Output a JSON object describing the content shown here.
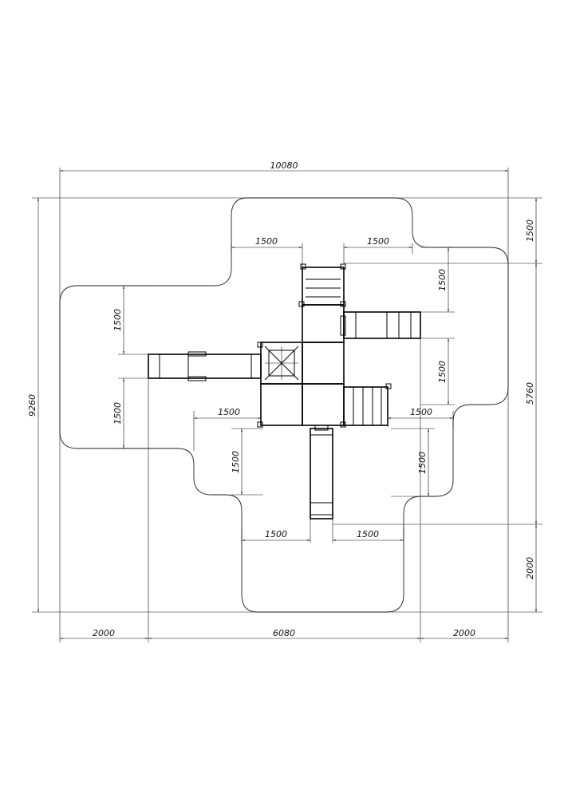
{
  "drawing": {
    "dimensions": {
      "overall_width": "10080",
      "overall_height": "9260",
      "right_top": "1500",
      "right_middle": "5760",
      "right_bottom": "2000",
      "bottom_left": "2000",
      "bottom_middle": "6080",
      "bottom_right": "2000",
      "top_left_gap": "1500",
      "top_right_gap": "1500",
      "left_upper": "1500",
      "left_lower": "1500",
      "right_inner_upper": "1500",
      "right_inner_lower": "1500",
      "mid_left_horizontal": "1500",
      "mid_right_horizontal": "1500",
      "lower_left_vertical": "1500",
      "lower_right_vertical": "1500",
      "bottom_left_gap": "1500",
      "bottom_right_gap": "1500"
    }
  }
}
